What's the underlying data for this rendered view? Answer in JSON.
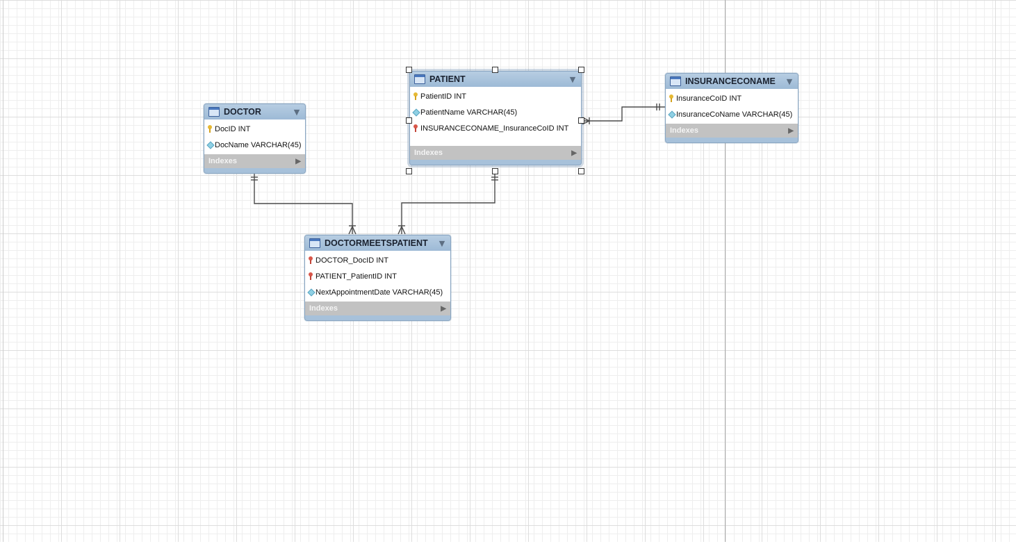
{
  "diagram": {
    "tables": [
      {
        "id": "doctor",
        "name": "DOCTOR",
        "columns": [
          {
            "key": "pk",
            "label": "DocID INT"
          },
          {
            "key": "attr",
            "label": "DocName VARCHAR(45)"
          }
        ],
        "indexes_label": "Indexes"
      },
      {
        "id": "patient",
        "name": "PATIENT",
        "columns": [
          {
            "key": "pk",
            "label": "PatientID INT"
          },
          {
            "key": "attr",
            "label": "PatientName VARCHAR(45)"
          },
          {
            "key": "fk",
            "label": "INSURANCECONAME_InsuranceCoID INT"
          }
        ],
        "indexes_label": "Indexes"
      },
      {
        "id": "insurance",
        "name": "INSURANCECONAME",
        "columns": [
          {
            "key": "pk",
            "label": "InsuranceCoID INT"
          },
          {
            "key": "attr",
            "label": "InsuranceCoName VARCHAR(45)"
          }
        ],
        "indexes_label": "Indexes"
      },
      {
        "id": "meets",
        "name": "DOCTORMEETSPATIENT",
        "columns": [
          {
            "key": "fk",
            "label": "DOCTOR_DocID INT"
          },
          {
            "key": "fk",
            "label": "PATIENT_PatientID INT"
          },
          {
            "key": "attr",
            "label": "NextAppointmentDate VARCHAR(45)"
          }
        ],
        "indexes_label": "Indexes"
      }
    ],
    "relationships": [
      {
        "from": "DOCTOR",
        "to": "DOCTORMEETSPATIENT",
        "cardinality": "one-to-many"
      },
      {
        "from": "PATIENT",
        "to": "DOCTORMEETSPATIENT",
        "cardinality": "one-to-many"
      },
      {
        "from": "INSURANCECONAME",
        "to": "PATIENT",
        "cardinality": "one-to-many"
      }
    ],
    "selected_table": "PATIENT",
    "icons": {
      "table": "table-icon",
      "primary_key": "primary-key-icon",
      "foreign_key": "foreign-key-icon",
      "attribute": "attribute-diamond-icon",
      "toggle": "collapse-arrow-icon",
      "expand": "expand-arrow-icon"
    },
    "colors": {
      "table_header": "#a7c1da",
      "indexes_bar": "#c2c2c2",
      "primary_key": "#e6b934",
      "foreign_key": "#d9574a",
      "attribute": "#8fd0e4",
      "grid": "#eeeeee"
    }
  }
}
